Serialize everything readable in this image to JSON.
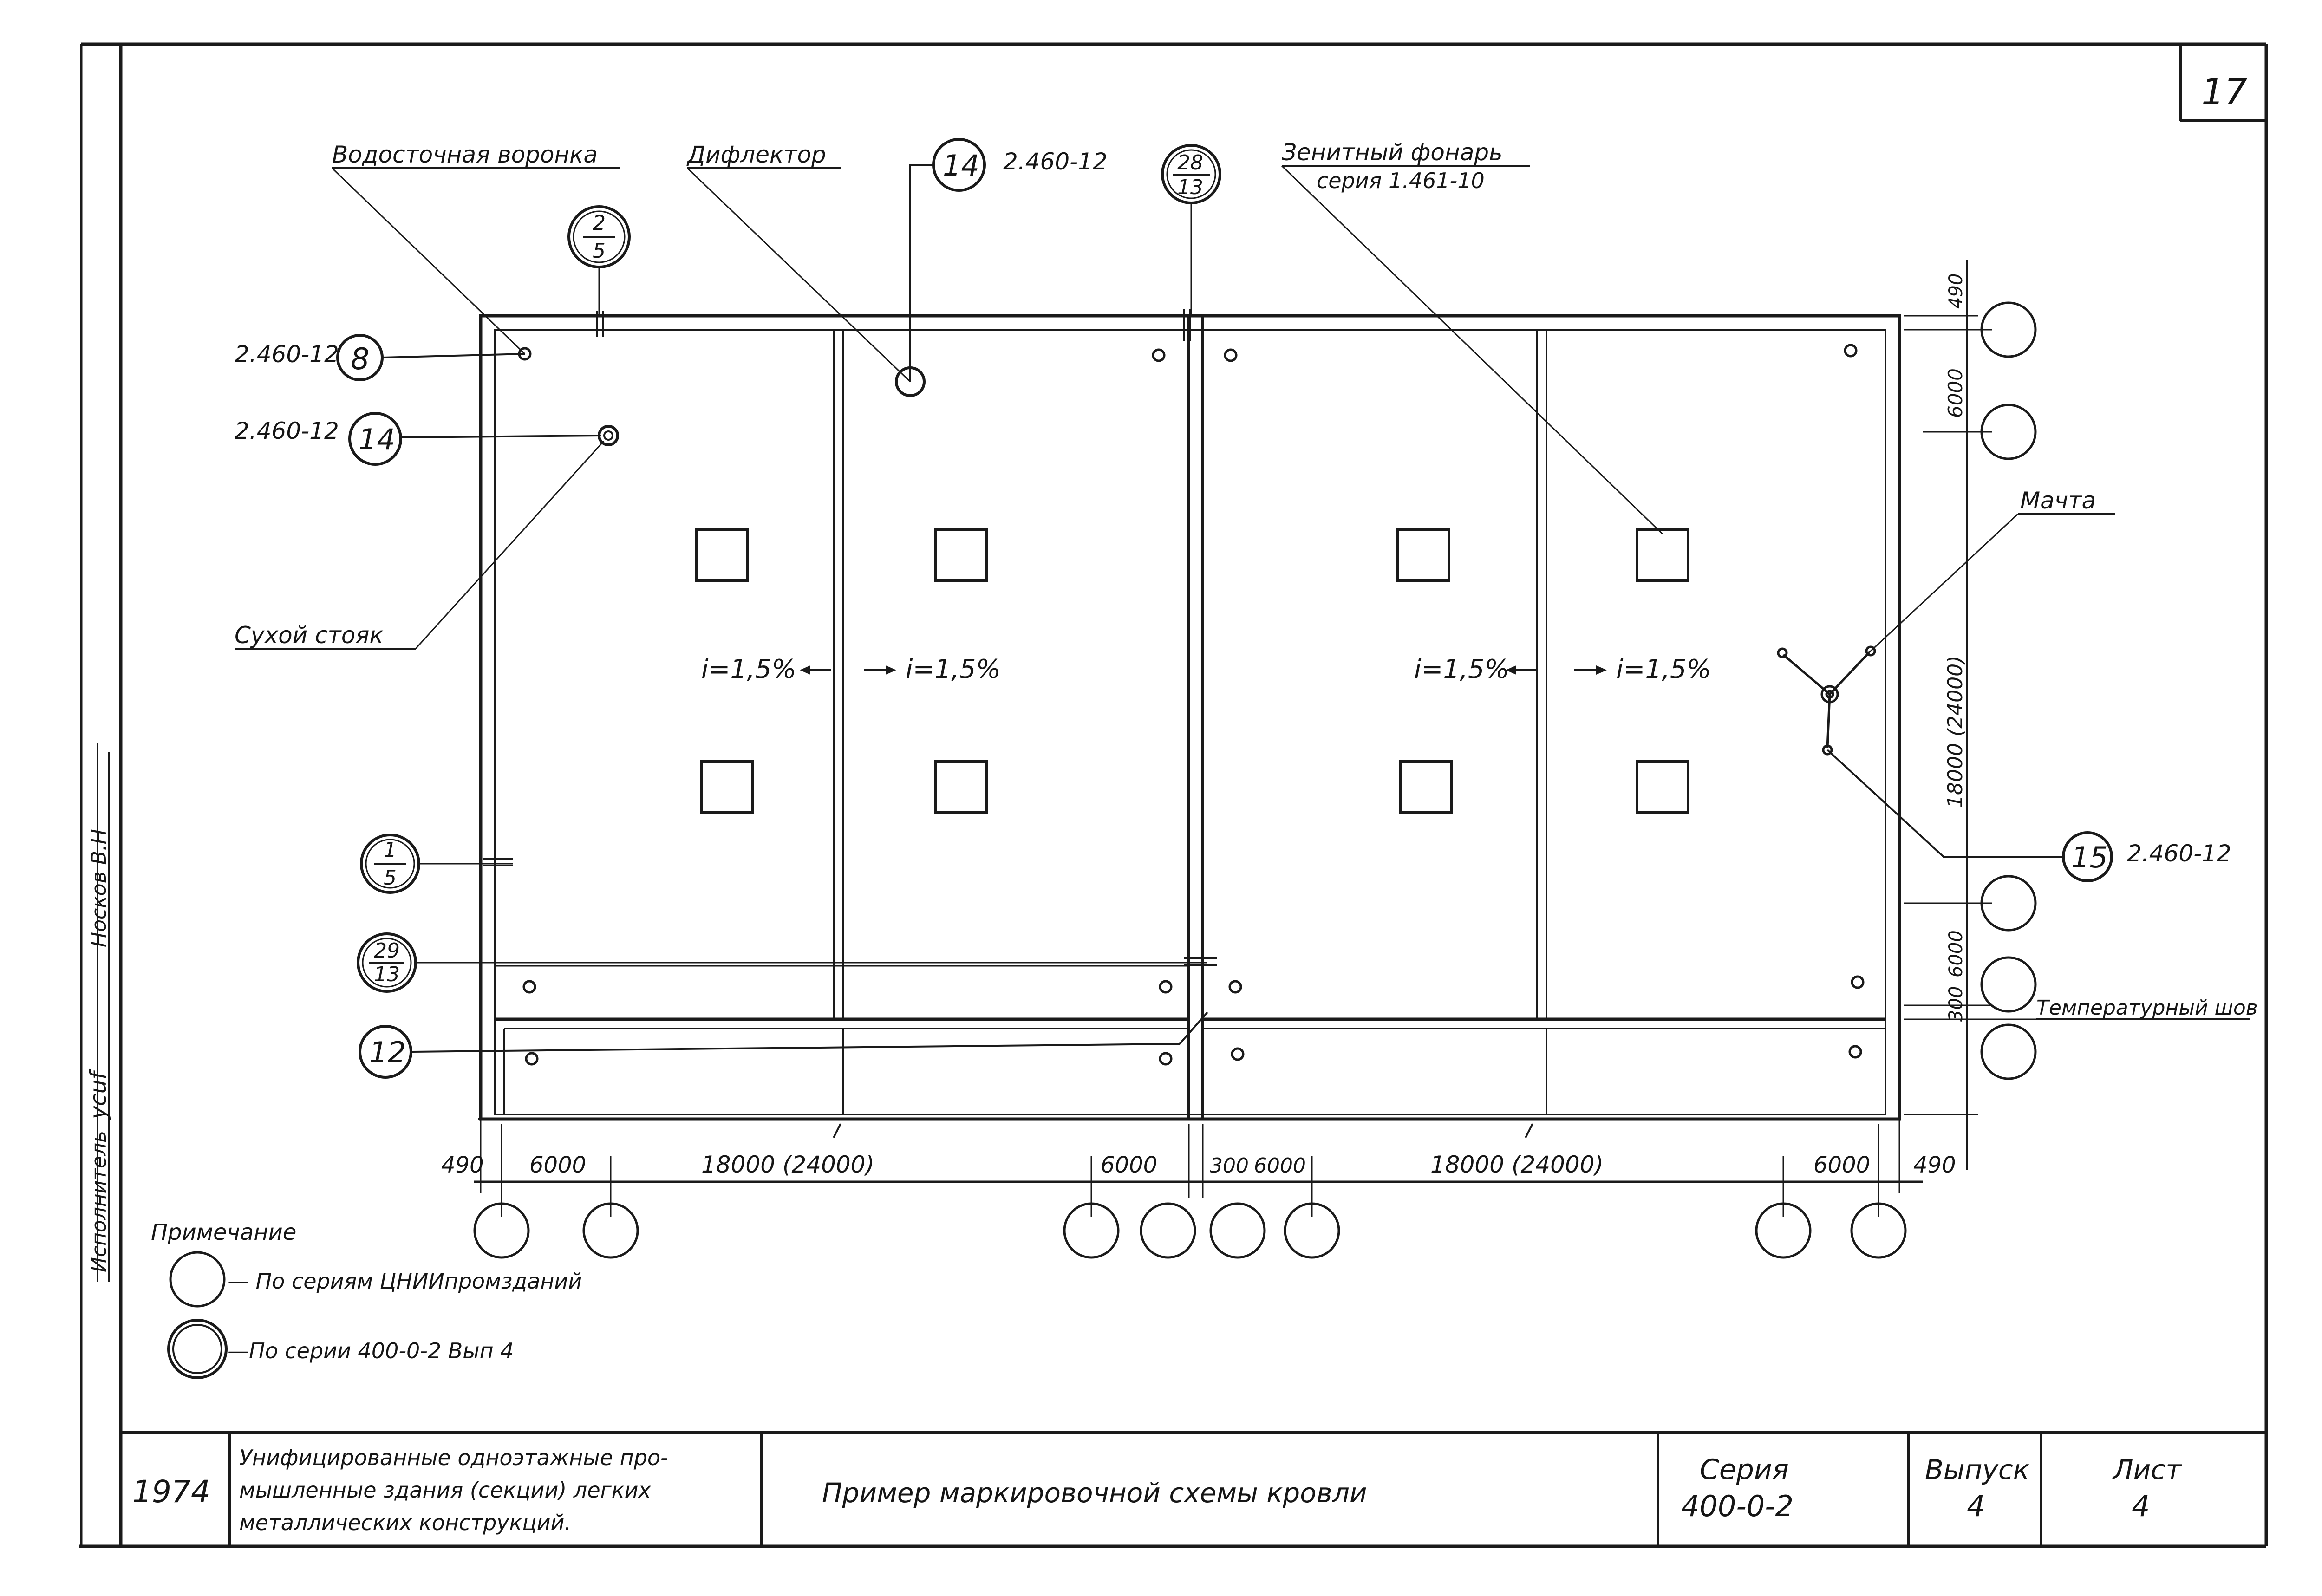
{
  "sheet_number": "17",
  "colors": {
    "ink": "#1a1a1a",
    "paper": "#ffffff"
  },
  "callouts": {
    "drain_funnel": "Водосточная воронка",
    "deflector": "Дифлектор",
    "skylight": "Зенитный фонарь",
    "skylight_series": "серия 1.461-10",
    "dry_riser": "Сухой стояк",
    "mast": "Мачта",
    "expansion_joint": "Температурный шов"
  },
  "marks": {
    "m14_top": {
      "num": "14",
      "doc": "2.460-12"
    },
    "m8": {
      "num": "8",
      "doc": "2.460-12"
    },
    "m14_left": {
      "num": "14",
      "doc": "2.460-12"
    },
    "m15": {
      "num": "15",
      "doc": "2.460-12"
    },
    "m12": {
      "num": "12"
    },
    "node_2_5": {
      "top": "2",
      "bottom": "5"
    },
    "node_28_13": {
      "top": "28",
      "bottom": "13"
    },
    "node_1_5": {
      "top": "1",
      "bottom": "5"
    },
    "node_29_13": {
      "top": "29",
      "bottom": "13"
    }
  },
  "slopes": [
    "i=1,5%",
    "i=1,5%",
    "i=1,5%",
    "i=1,5%"
  ],
  "dimensions": {
    "bottom": [
      "490",
      "6000",
      "18000 (24000)",
      "6000",
      "300",
      "6000",
      "18000 (24000)",
      "6000",
      "490"
    ],
    "right": [
      "490",
      "6000",
      "18000 (24000)",
      "6000",
      "300"
    ]
  },
  "notes": {
    "title": "Примечание",
    "single_circle": "— По сериям ЦНИИпромзданий",
    "double_circle": "—По серии  400-0-2  Вып 4"
  },
  "side_stamp": {
    "role1": "Исполнитель",
    "name": "Носков В.Н",
    "signature": "ycuf"
  },
  "title_block": {
    "year": "1974",
    "description": "Унифицированные одноэтажные промышленные здания (секции) легких металлических конструкций.",
    "description_lines": [
      "Унифицированные одноэтажные про-",
      "мышленные здания (секции) легких",
      "металлических конструкций."
    ],
    "drawing_title": "Пример маркировочной схемы кровли",
    "series_label": "Серия",
    "series_value": "400-0-2",
    "issue_label": "Выпуск",
    "issue_value": "4",
    "sheet_label": "Лист",
    "sheet_value": "4"
  }
}
